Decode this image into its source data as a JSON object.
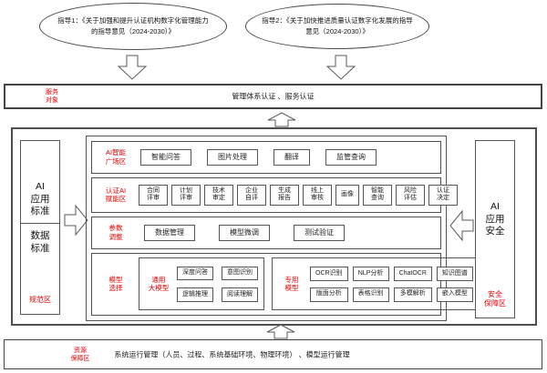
{
  "colors": {
    "accent_red": "#e60000",
    "border_dark": "#4a4a4a",
    "background": "#ffffff"
  },
  "guides": [
    {
      "text": "指导1：《关于加强和提升认证机构数字化管理能力的指导意见（2024-2030）》"
    },
    {
      "text": "指导2：《关于加快推进质量认证数字化发展的指导意见（2024-2030）》"
    }
  ],
  "service_band": {
    "label": "服务\n对象",
    "content": "管理体系认证 、服务认证"
  },
  "left_column": {
    "top_label": "AI\n应用\n标准",
    "mid_label": "数据\n标准",
    "zone_label": "规范区"
  },
  "right_column": {
    "label": "AI\n应用\n安全",
    "zone_label": "安全\n保障区"
  },
  "rows": [
    {
      "label": "AI智能\n广场区",
      "items": [
        "智能问答",
        "图片处理",
        "翻译",
        "监管查询"
      ]
    },
    {
      "label": "认证AI\n赋能区",
      "items": [
        "合同\n评审",
        "计划\n评审",
        "技术\n审定",
        "企业\n自评",
        "生成\n报告",
        "线上\n审核",
        "画像",
        "智能\n查询",
        "风险\n评估",
        "认证\n决定"
      ]
    },
    {
      "label": "参数\n调整",
      "items": [
        "数据管理",
        "模型微调",
        "测试验证"
      ]
    },
    {
      "label": "模型\n选择"
    }
  ],
  "model_groups": [
    {
      "label": "通用\n大模型",
      "items": [
        "深度问答",
        "意图识别",
        "逻辑推理",
        "阅读理解"
      ]
    },
    {
      "label": "专用\n模型",
      "items": [
        "OCR识别",
        "NLP分析",
        "ChatOCR",
        "知识图谱",
        "版面分析",
        "表格识别",
        "多模解析",
        "嵌入模型"
      ]
    }
  ],
  "bottom_band": {
    "label": "资源\n保障区",
    "content": "系统运行管理（人员、过程、系统基础环境、物理环境） 、模型运行管理"
  }
}
